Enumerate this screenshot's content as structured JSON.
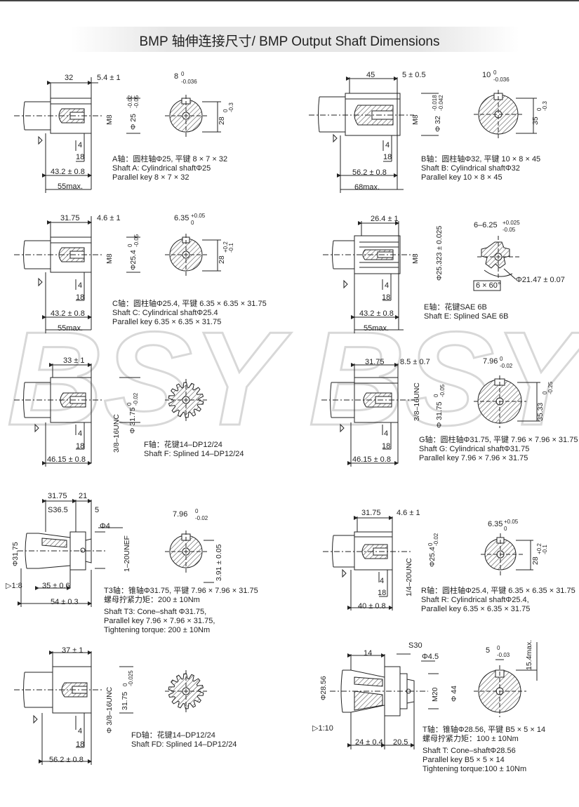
{
  "title": "BMP 轴伸连接尺寸/ BMP Output Shaft Dimensions",
  "watermark": "BSY",
  "shafts": {
    "A": {
      "dims": {
        "len32": "32",
        "key": "5.4 ± 1",
        "m8": "M8",
        "dia": "Φ 25",
        "tolA": "-0.02",
        "tolB": "-0.05",
        "d4": "4",
        "d18": "18",
        "l1": "43.2 ± 0.8",
        "l2": "55max.",
        "w": "8",
        "wtol1": "0",
        "wtol2": "-0.036",
        "h": "28",
        "htol1": "0",
        "htol2": "-0.3"
      },
      "caption": [
        "A轴：圆柱轴Φ25, 平键 8 × 7 × 32",
        "Shaft A: Cylindrical shaftΦ25",
        "Parallel key 8 × 7 × 32"
      ]
    },
    "B": {
      "dims": {
        "len": "45",
        "key": "5 ± 0.5",
        "m8": "M8",
        "dia": "Φ 32",
        "tolA": "-0.018",
        "tolB": "-0.042",
        "d4": "4",
        "d18": "18",
        "l1": "56.2 ± 0.8",
        "l2": "68max.",
        "w": "10",
        "wtol1": "0",
        "wtol2": "-0.036",
        "h": "35",
        "htol1": "0",
        "htol2": "-0.3"
      },
      "caption": [
        "B轴：圆柱轴Φ32, 平键 10 × 8 × 45",
        "Shaft B: Cylindrical shaftΦ32",
        "Parallel key 10 × 8 × 45"
      ]
    },
    "C": {
      "dims": {
        "len": "31.75",
        "key": "4.6 ± 1",
        "m8": "M8",
        "dia": "Φ25.4",
        "tolA": "0",
        "tolB": "-0.05",
        "d4": "4",
        "d18": "18",
        "l1": "43.2 ± 0.8",
        "l2": "55max.",
        "w": "6.35",
        "wtol1": "+0.05",
        "wtol2": "0",
        "h": "28",
        "htol1": "+0.2",
        "htol2": "-0.1"
      },
      "caption": [
        "C轴：圆柱轴Φ25.4, 平键 6.35 × 6.35 × 31.75",
        "Shaft C: Cylindrical shaftΦ25.4",
        "Parallel key 6.35 × 6.35 × 31.75"
      ]
    },
    "E": {
      "dims": {
        "len": "26.4 ± 1",
        "m8": "M8",
        "dia": "Φ25.323 ± 0.025",
        "d4": "4",
        "d18": "18",
        "l1": "43.2 ± 0.8",
        "l2": "55max.",
        "spl": "6–6.25",
        "stol1": "+0.025",
        "stol2": "-0.05",
        "ang": "6 × 60°",
        "od": "Φ21.47 ± 0.07"
      },
      "caption": [
        "E轴：花键SAE 6B",
        "Shaft E: Splined SAE 6B"
      ]
    },
    "F": {
      "dims": {
        "len": "33 ± 1",
        "thread": "3/8–16UNC",
        "dia": "Φ 31.75",
        "tolA": "0",
        "tolB": "-0.02",
        "d4": "4",
        "d18": "18",
        "l1": "46.15 ± 0.8"
      },
      "caption": [
        "F轴：花键14–DP12/24",
        "Shaft F: Splined 14–DP12/24"
      ]
    },
    "G": {
      "dims": {
        "len": "31.75",
        "key": "8.5 ± 0.7",
        "thread": "3/8–16UNC",
        "dia": "Φ 31.75",
        "tolA": "0",
        "tolB": "-0.05",
        "d4": "4",
        "d18": "18",
        "l1": "46.15 ± 0.8",
        "w": "7.96",
        "wtol1": "0",
        "wtol2": "-0.02",
        "h": "35.33",
        "htol1": "0",
        "htol2": "-0.25"
      },
      "caption": [
        "G轴：圆柱轴Φ31.75, 平键 7.96 × 7.96 × 31.75",
        "Shaft G: Cylindrical shaftΦ31.75",
        "Parallel key 7.96 × 7.96 × 31.75"
      ]
    },
    "T3": {
      "dims": {
        "len": "31.75",
        "len2": "21",
        "s": "S36.5",
        "d5": "5",
        "phi4": "Φ4",
        "dia": "Φ31.75",
        "thread": "1–20UNEF",
        "taper": "1:8",
        "l1": "35 ± 0.6",
        "l2": "54 ± 0.3",
        "w": "7.96",
        "wtol1": "0",
        "wtol2": "-0.02",
        "h": "3.91 ± 0.05"
      },
      "caption": [
        "T3轴：锥轴Φ31.75, 平键 7.96 × 7.96 × 31.75",
        "螺母拧紧力矩：200 ± 10Nm",
        "Shaft T3: Cone–shaft Φ31.75,",
        "Parallel key 7.96 × 7.96 × 31.75,",
        "Tightening torque: 200 ± 10Nm"
      ]
    },
    "R": {
      "dims": {
        "len": "31.75",
        "key": "4.6 ± 1",
        "thread": "1/4–20UNC",
        "dia": "Φ25.4",
        "tolA": "0",
        "tolB": "-0.02",
        "d4": "4",
        "d18": "18",
        "l1": "40 ± 0.8",
        "w": "6.35",
        "wtol1": "+0.05",
        "wtol2": "0",
        "h": "28",
        "htol1": "+0.2",
        "htol2": "-0.1"
      },
      "caption": [
        "R轴：圆柱轴Φ25.4, 平键 6.35 × 6.35 × 31.75",
        "Shaft R: Cylindrical shaftΦ25.4,",
        "Parallel key 6.35 × 6.35 × 31.75"
      ]
    },
    "FD": {
      "dims": {
        "len": "37 ± 1",
        "thread": "Φ 3/8–16UNC",
        "dia": "31.75",
        "tolA": "0",
        "tolB": "-0.025",
        "d4": "4",
        "d18": "18",
        "l1": "56.2 ± 0.8"
      },
      "caption": [
        "FD轴：花键14–DP12/24",
        "Shaft FD: Splined 14–DP12/24"
      ]
    },
    "T": {
      "dims": {
        "len": "14",
        "s": "S30",
        "phi": "Φ4.5",
        "m20": "M20",
        "d44": "Φ 44",
        "dia": "Φ28.56",
        "taper": "1:10",
        "l1": "24 ± 0.4",
        "l2": "20.5",
        "w": "5",
        "wtol1": "0",
        "wtol2": "-0.03",
        "h": "15.4max."
      },
      "caption": [
        "T轴：锥轴Φ28.56, 平键 B5 × 5 × 14",
        "螺母拧紧力矩：100 ± 10Nm",
        "Shaft T: Cone–shaftΦ28.56",
        "Parallel key B5 × 5 × 14",
        "Tightening torque:100 ± 10Nm"
      ]
    }
  }
}
